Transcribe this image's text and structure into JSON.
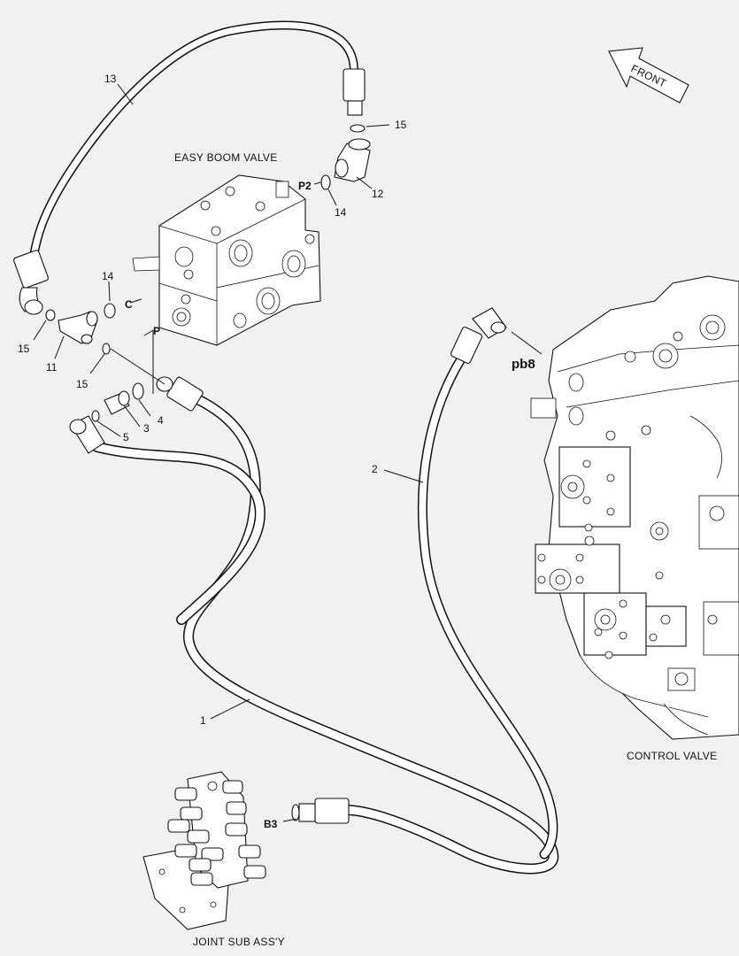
{
  "titles": {
    "easy_boom_valve": "EASY BOOM VALVE",
    "control_valve": "CONTROL VALVE",
    "joint_sub_assy": "JOINT SUB ASS'Y",
    "front": "FRONT"
  },
  "ports": {
    "p2": "P2",
    "c": "C",
    "p": "P",
    "pb8": "pb8",
    "b3": "B3"
  },
  "callouts": {
    "n13": "13",
    "n15_top": "15",
    "n12": "12",
    "n14_right": "14",
    "n14_left": "14",
    "n15_left": "15",
    "n11": "11",
    "n15_mid": "15",
    "n4": "4",
    "n3": "3",
    "n5": "5",
    "n2": "2",
    "n1": "1"
  },
  "colors": {
    "background": "#f1f1f1",
    "line": "#111111",
    "part_fill": "#ffffff"
  }
}
